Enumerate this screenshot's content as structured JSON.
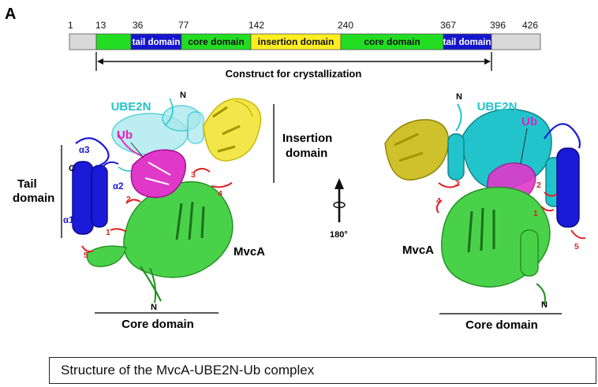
{
  "panel_label": "A",
  "domain_bar": {
    "ticks": [
      "1",
      "13",
      "36",
      "77",
      "142",
      "240",
      "367",
      "396",
      "426"
    ],
    "segments": [
      {
        "label": "",
        "color": "#d9d9d9"
      },
      {
        "label": "",
        "color": "#22dd22"
      },
      {
        "label": "tail domain",
        "color": "#1515cc"
      },
      {
        "label": "core domain",
        "color": "#22dd22"
      },
      {
        "label": "insertion domain",
        "color": "#ffee22"
      },
      {
        "label": "core domain",
        "color": "#22dd22"
      },
      {
        "label": "tail domain",
        "color": "#1515cc"
      },
      {
        "label": "",
        "color": "#d9d9d9"
      }
    ],
    "construct_label": "Construct for crystallization"
  },
  "left_view": {
    "labels": {
      "ube2n": "UBE2N",
      "ub": "Ub",
      "tail_line1": "Tail",
      "tail_line2": "domain",
      "insertion_line1": "Insertion",
      "insertion_line2": "domain",
      "core": "Core domain",
      "mvca": "MvcA",
      "n_top": "N",
      "n_bottom": "N",
      "c_term": "C",
      "alpha3": "α3",
      "alpha2": "α2",
      "alpha15": "α15",
      "loop1": "1",
      "loop2": "2",
      "loop3": "3",
      "loop4": "4",
      "loop5": "5"
    }
  },
  "rotation": {
    "label": "180°"
  },
  "right_view": {
    "labels": {
      "ube2n": "UBE2N",
      "ub": "Ub",
      "core": "Core domain",
      "mvca": "MvcA",
      "n_top": "N",
      "n_bottom": "N",
      "loop1": "1",
      "loop2": "2",
      "loop3": "3",
      "loop4": "4",
      "loop5": "5"
    }
  },
  "colors": {
    "tail": "#1515cc",
    "core": "#33cc33",
    "insertion": "#e8e02a",
    "ube2n": "#22c4cc",
    "ub": "#e020c0",
    "loops": "#dd2222"
  },
  "caption": "Structure of the MvcA-UBE2N-Ub complex"
}
